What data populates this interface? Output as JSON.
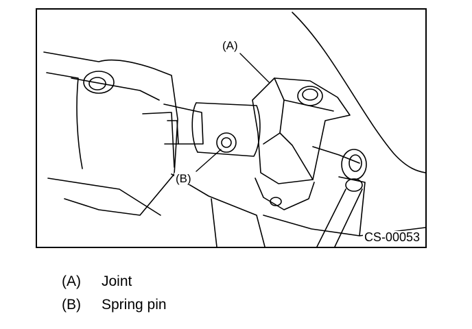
{
  "figure": {
    "code": "CS-00053",
    "callouts": {
      "a": "(A)",
      "b": "(B)"
    }
  },
  "legend": [
    {
      "key": "(A)",
      "label": "Joint"
    },
    {
      "key": "(B)",
      "label": "Spring pin"
    }
  ],
  "colors": {
    "line": "#000000",
    "background": "#ffffff"
  }
}
